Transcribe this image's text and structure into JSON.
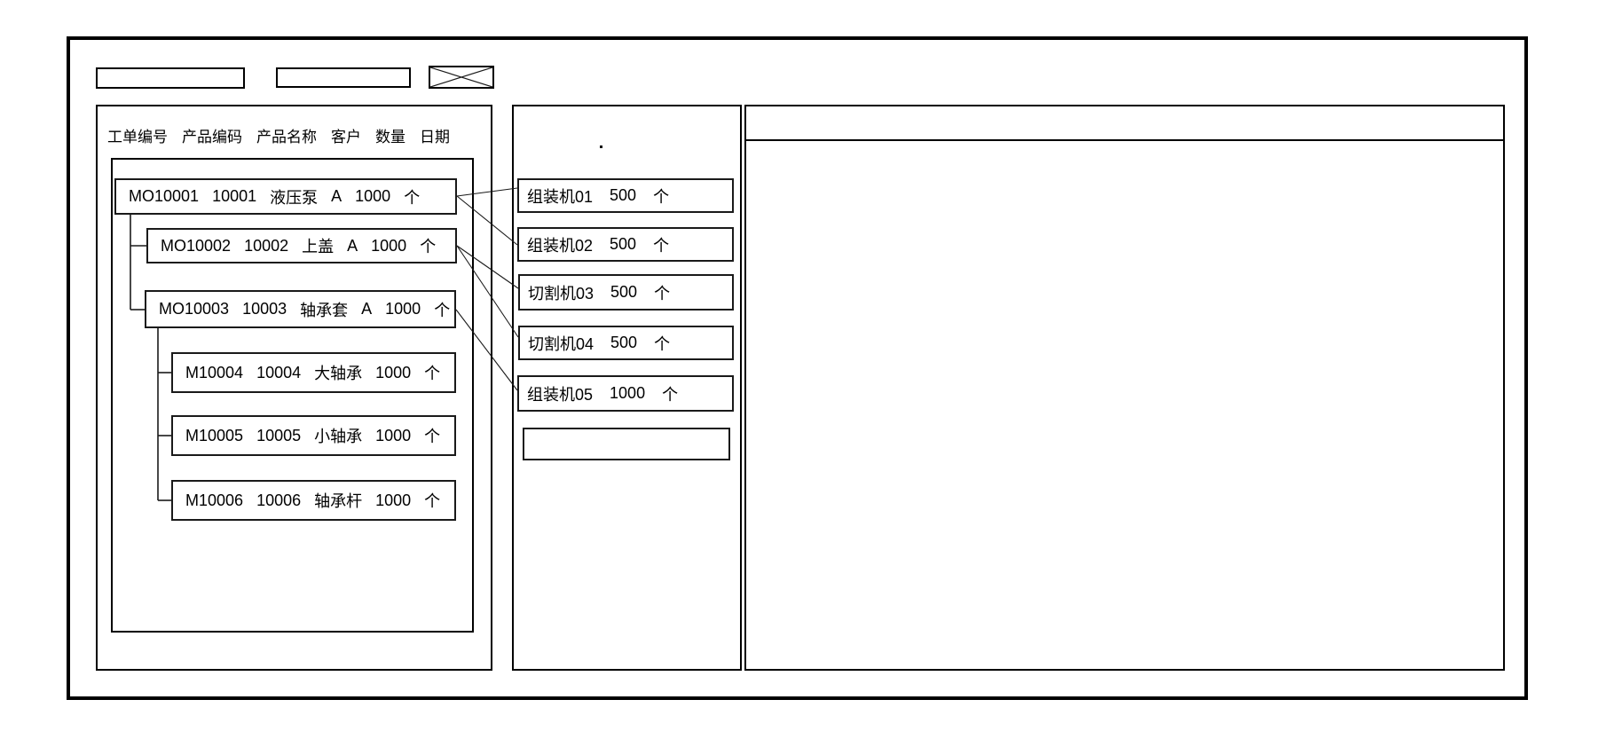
{
  "window": {
    "toolbar": {
      "input1_value": "",
      "input2_value": "",
      "close_box_icon": "x-crossed-box"
    },
    "orders_panel": {
      "columns": [
        "工单编号",
        "产品编码",
        "产品名称",
        "客户",
        "数量",
        "日期"
      ],
      "orders": [
        {
          "order_no": "MO10001",
          "product_code": "10001",
          "product_name": "液压泵",
          "customer": "A",
          "qty": "1000",
          "unit": "个",
          "parent": null
        },
        {
          "order_no": "MO10002",
          "product_code": "10002",
          "product_name": "上盖",
          "customer": "A",
          "qty": "1000",
          "unit": "个",
          "parent": "MO10001"
        },
        {
          "order_no": "MO10003",
          "product_code": "10003",
          "product_name": "轴承套",
          "customer": "A",
          "qty": "1000",
          "unit": "个",
          "parent": "MO10001"
        },
        {
          "order_no": "M10004",
          "product_code": "10004",
          "product_name": "大轴承",
          "customer": "",
          "qty": "1000",
          "unit": "个",
          "parent": "MO10003"
        },
        {
          "order_no": "M10005",
          "product_code": "10005",
          "product_name": "小轴承",
          "customer": "",
          "qty": "1000",
          "unit": "个",
          "parent": "MO10003"
        },
        {
          "order_no": "M10006",
          "product_code": "10006",
          "product_name": "轴承杆",
          "customer": "",
          "qty": "1000",
          "unit": "个",
          "parent": "MO10003"
        }
      ]
    },
    "machines_panel": {
      "machines": [
        {
          "name": "组装机01",
          "qty": "500",
          "unit": "个"
        },
        {
          "name": "组装机02",
          "qty": "500",
          "unit": "个"
        },
        {
          "name": "切割机03",
          "qty": "500",
          "unit": "个"
        },
        {
          "name": "切割机04",
          "qty": "500",
          "unit": "个"
        },
        {
          "name": "组装机05",
          "qty": "1000",
          "unit": "个"
        },
        {
          "name": "",
          "qty": "",
          "unit": ""
        }
      ],
      "assignments": [
        {
          "order": "MO10001",
          "machine": "组装机01",
          "qty": "500"
        },
        {
          "order": "MO10001",
          "machine": "组装机02",
          "qty": "500"
        },
        {
          "order": "MO10002",
          "machine": "切割机03",
          "qty": "500"
        },
        {
          "order": "MO10002",
          "machine": "切割机04",
          "qty": "500"
        },
        {
          "order": "MO10003",
          "machine": "组装机05",
          "qty": "1000"
        }
      ]
    },
    "detail_panel": {
      "content": ""
    },
    "colors": {
      "stroke": "#000000",
      "background": "#ffffff"
    }
  }
}
